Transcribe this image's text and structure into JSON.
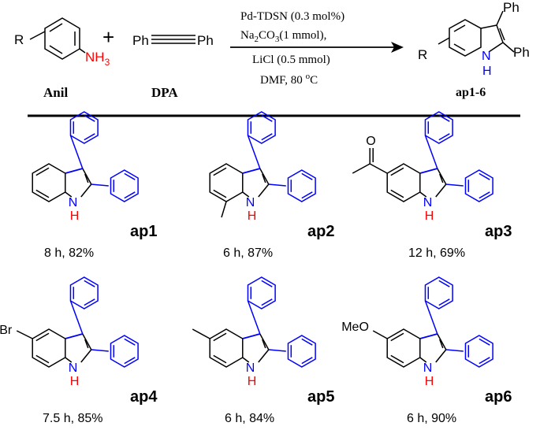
{
  "scheme": {
    "aniline_r": "R",
    "aniline_nh3": "NH",
    "aniline_nh3_sub": "3",
    "plus": "+",
    "dpa_ph_left": "Ph",
    "dpa_ph_right": "Ph",
    "product_r": "R",
    "product_ph_top": "Ph",
    "product_ph_right": "Ph",
    "product_n": "N",
    "product_h": "H",
    "label_anil": "Anil",
    "label_dpa": "DPA",
    "label_product": "ap1-6",
    "conditions": {
      "line1": "Pd-TDSN (0.3 mol%)",
      "line2_pre": "Na",
      "line2_sub1": "2",
      "line2_mid": "CO",
      "line2_sub2": "3",
      "line2_post": "(1 mmol),",
      "line3": "LiCl (0.5 mmol)",
      "line4_pre": "DMF, 80 ",
      "line4_sup": "o",
      "line4_post": "C"
    }
  },
  "colors": {
    "ink": "#000000",
    "nitrogen": "#ff0000",
    "phenyl": "#0000ff"
  },
  "products": [
    {
      "id": "ap1",
      "label": "ap1",
      "result": "8 h, 82%",
      "substituent": ""
    },
    {
      "id": "ap2",
      "label": "ap2",
      "result": "6 h, 87%",
      "substituent": "7-Me"
    },
    {
      "id": "ap3",
      "label": "ap3",
      "result": "12 h, 69%",
      "substituent": "5-Ac"
    },
    {
      "id": "ap4",
      "label": "ap4",
      "result": "7.5 h, 85%",
      "substituent": "5-Br",
      "sub_text": "Br"
    },
    {
      "id": "ap5",
      "label": "ap5",
      "result": "6 h, 84%",
      "substituent": "5-Me"
    },
    {
      "id": "ap6",
      "label": "ap6",
      "result": "6 h, 90%",
      "substituent": "5-OMe",
      "sub_text": "MeO"
    }
  ],
  "atoms": {
    "n": "N",
    "h": "H",
    "o": "O"
  }
}
